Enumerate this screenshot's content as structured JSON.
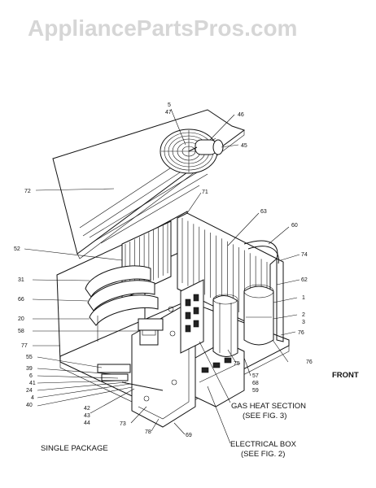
{
  "watermark": "AppliancePartsPros.com",
  "captions": {
    "front": "FRONT",
    "gas_heat_1": "GAS HEAT SECTION",
    "gas_heat_2": "(SEE FIG. 3)",
    "electrical_1": "ELECTRICAL BOX",
    "electrical_2": "(SEE FIG. 2)",
    "single_package": "SINGLE PACKAGE"
  },
  "part_numbers": {
    "p5": "5",
    "p47": "47",
    "p46": "46",
    "p45": "45",
    "p72": "72",
    "p71": "71",
    "p63": "63",
    "p60": "60",
    "p74": "74",
    "p62": "62",
    "p52": "52",
    "p1": "1",
    "p31": "31",
    "p66": "66",
    "p2": "2",
    "p3": "3",
    "p20": "20",
    "p76a": "76",
    "p58": "58",
    "p77": "77",
    "p55": "55",
    "p39": "39",
    "p6": "6",
    "p41": "41",
    "p24": "24",
    "p4": "4",
    "p40": "40",
    "p42": "42",
    "p43": "43",
    "p44": "44",
    "p73": "73",
    "p78": "78",
    "p69": "69",
    "p75": "75",
    "p57": "57",
    "p68": "68",
    "p59": "59",
    "p76b": "76"
  }
}
